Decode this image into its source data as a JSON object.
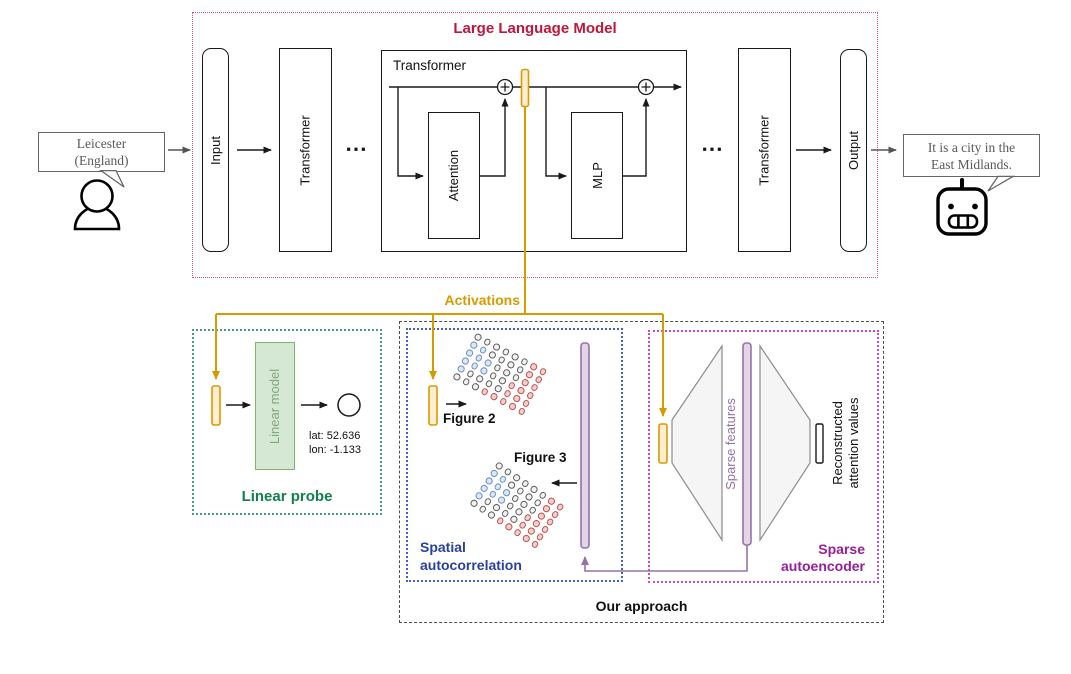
{
  "llm": {
    "title": "Large Language Model",
    "input_label": "Input",
    "transformer_left": "Transformer",
    "transformer_detail_label": "Transformer",
    "attention_label": "Attention",
    "mlp_label": "MLP",
    "transformer_right": "Transformer",
    "output_label": "Output",
    "ellipsis": "⋯"
  },
  "user_bubble": {
    "line1": "Leicester",
    "line2": "(England)"
  },
  "assistant_bubble": {
    "line1": "It is a city in the",
    "line2": "East Midlands."
  },
  "activations": {
    "label": "Activations"
  },
  "linear_probe": {
    "title": "Linear probe",
    "model_label": "Linear model",
    "lat": "lat: 52.636",
    "lon": "lon: -1.133"
  },
  "approach": {
    "title": "Our approach"
  },
  "spatial": {
    "title_line1": "Spatial",
    "title_line2": "autocorrelation",
    "figure2_label": "Figure 2",
    "figure3_label": "Figure 3",
    "dot_pattern": [
      "GGGGGGRR",
      "BBGGGGRR",
      "BBBGGGRR",
      "BBBGGRRR",
      "BGGGGRRR",
      "GGGRRRRR"
    ]
  },
  "sae": {
    "title_line1": "Sparse",
    "title_line2": "autoencoder",
    "features_label": "Sparse features",
    "recon_line1": "Reconstructed",
    "recon_line2": "attention values"
  },
  "colors": {
    "gold": "#d79b00",
    "gold_fill": "#ffeed2",
    "crimson": "#c0163c",
    "red_border": "#e25575",
    "bubble_border": "#666666",
    "bubble_text": "#595959",
    "green_title": "#12804c",
    "green_border": "#44a07a",
    "green_stroke": "#82b366",
    "green_fill": "#d5e8d4",
    "green_text": "#7fa87c",
    "blue_title": "#2a3f9f",
    "blue_border": "#4060c8",
    "magenta_title": "#971f97",
    "magenta_border": "#c84ac8",
    "purple_stroke": "#9673a6",
    "purple_fill": "#e1d5e7",
    "trap_fill": "#f5f5f5",
    "trap_stroke": "#8c8c8c",
    "arrow_gray": "#555555",
    "dot_colors": {
      "B": {
        "stroke": "#6c8ebf",
        "fill": "#dae8fc"
      },
      "G": {
        "stroke": "#5c5c5c",
        "fill": "#f2f2f2"
      },
      "R": {
        "stroke": "#b85450",
        "fill": "#f8cecc"
      }
    }
  }
}
